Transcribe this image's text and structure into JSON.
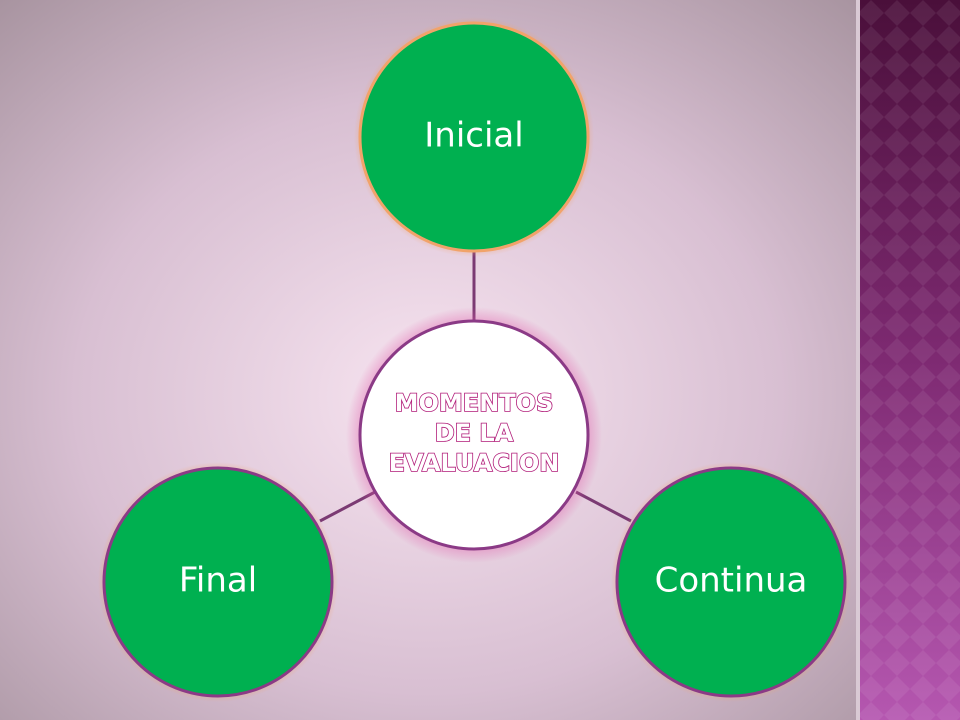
{
  "diagram": {
    "center": {
      "lines": [
        "MOMENTOS",
        "DE LA",
        "EVALUACION"
      ]
    },
    "nodes": [
      {
        "label": "Inicial"
      },
      {
        "label": "Final"
      },
      {
        "label": "Continua"
      }
    ]
  },
  "colors": {
    "node_fill": "#00b050",
    "connector": "#7b3a73",
    "center_fill": "#ffffff",
    "center_text": "#b01a78",
    "sidebar": "#6a1a5a"
  }
}
